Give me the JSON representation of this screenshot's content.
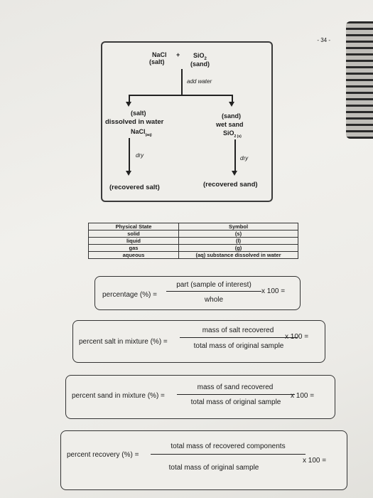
{
  "page_number": "- 34 -",
  "flowchart": {
    "top_left": "NaCl",
    "top_left_sub": "(salt)",
    "plus": "+",
    "top_right": "SiO",
    "top_right_sub_2": "2",
    "top_right_sub": "(sand)",
    "add_water": "add water",
    "left_line1": "(salt)",
    "left_line2": "dissolved in water",
    "left_formula": "NaCl",
    "left_formula_sub": "(aq)",
    "right_line1": "(sand)",
    "right_line2": "wet sand",
    "right_formula": "SiO",
    "right_formula_sub": "2 (s)",
    "left_dry": "dry",
    "right_dry": "dry",
    "left_result": "(recovered salt)",
    "right_result": "(recovered sand)"
  },
  "state_table": {
    "headers": [
      "Physical State",
      "Symbol"
    ],
    "rows": [
      [
        "solid",
        "(s)"
      ],
      [
        "liquid",
        "(l)"
      ],
      [
        "gas",
        "(g)"
      ],
      [
        "aqueous",
        "(aq) substance dissolved in water"
      ]
    ]
  },
  "formulas": [
    {
      "lhs": "percentage (%) =",
      "numerator": "part (sample of interest)",
      "denominator": "whole",
      "mult": "x 100 ="
    },
    {
      "lhs": "percent salt in mixture (%) =",
      "numerator": "mass of salt recovered",
      "denominator": "total mass of original sample",
      "mult": "x 100 ="
    },
    {
      "lhs": "percent sand in mixture (%) =",
      "numerator": "mass of sand recovered",
      "denominator": "total mass of original sample",
      "mult": "x 100 ="
    },
    {
      "lhs": "percent recovery (%) =",
      "numerator": "total mass of recovered components",
      "denominator": "total mass of original sample",
      "mult": "x 100 ="
    }
  ]
}
